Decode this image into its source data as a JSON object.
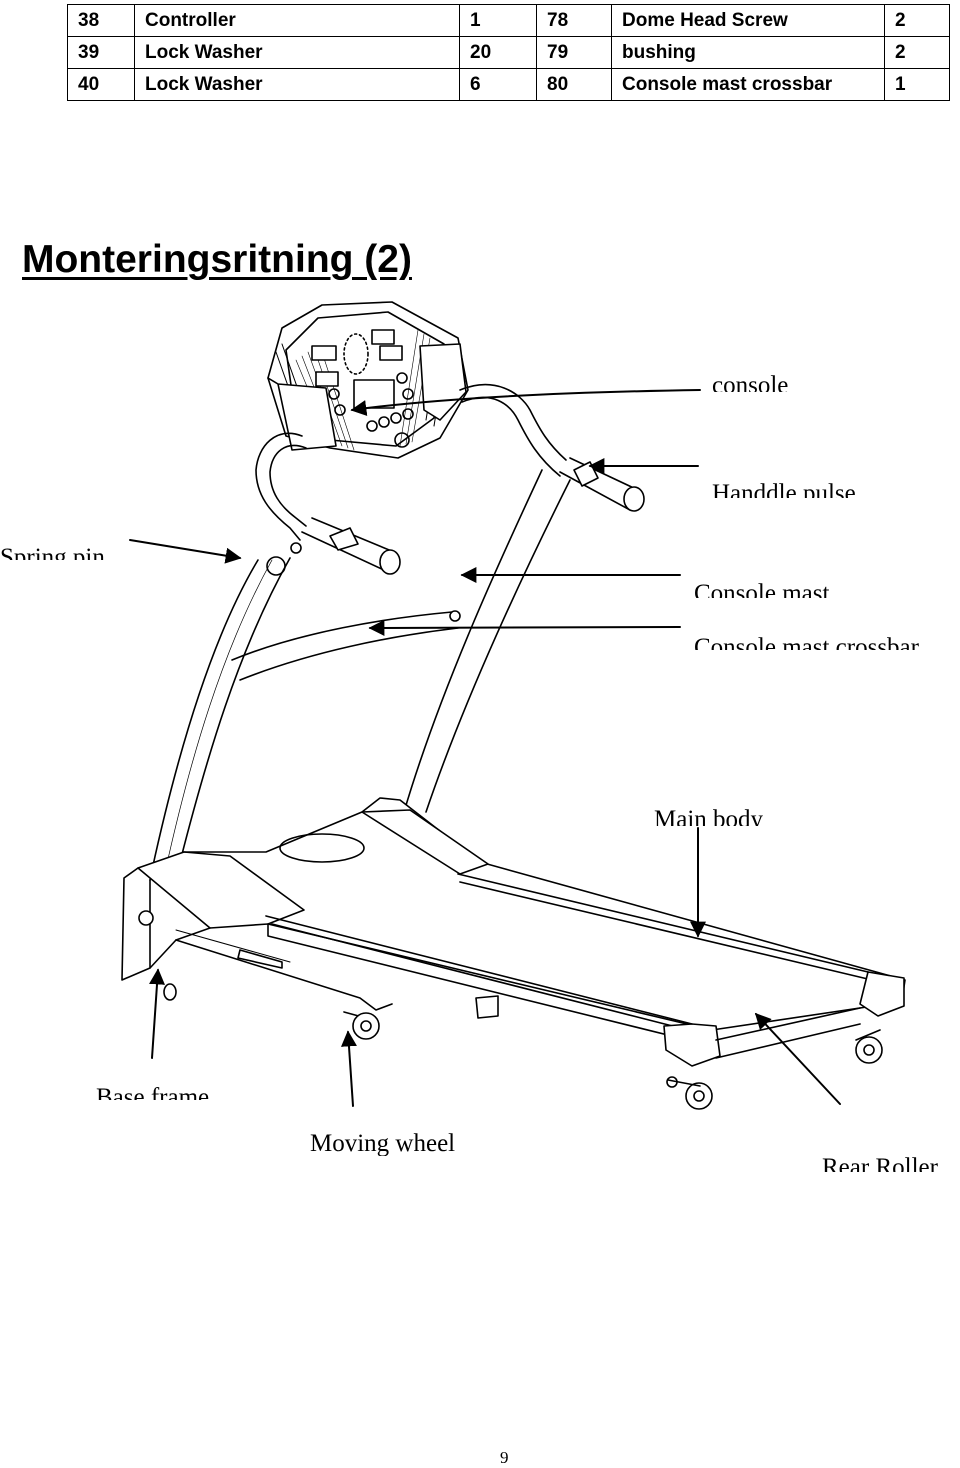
{
  "parts_table": {
    "rows": [
      {
        "no_a": "38",
        "name_a": "Controller",
        "qty_a": "1",
        "no_b": "78",
        "name_b": "Dome Head Screw",
        "qty_b": "2"
      },
      {
        "no_a": "39",
        "name_a": "Lock Washer",
        "qty_a": "20",
        "no_b": "79",
        "name_b": "bushing",
        "qty_b": "2"
      },
      {
        "no_a": "40",
        "name_a": "Lock Washer",
        "qty_a": "6",
        "no_b": "80",
        "name_b": "Console mast crossbar",
        "qty_b": "1"
      }
    ]
  },
  "section_title": "Monteringsritning (2)",
  "diagram": {
    "labels": {
      "console": "console",
      "handdle_pulse": "Handdle pulse",
      "spring_pin": "Spring pin",
      "console_mast": "Console mast",
      "console_mast_crossbar": "Console mast crossbar",
      "main_body": "Main body",
      "base_frame": "Base frame",
      "moving_wheel": "Moving wheel",
      "rear_roller": "Rear Roller"
    }
  },
  "page_number": "9"
}
